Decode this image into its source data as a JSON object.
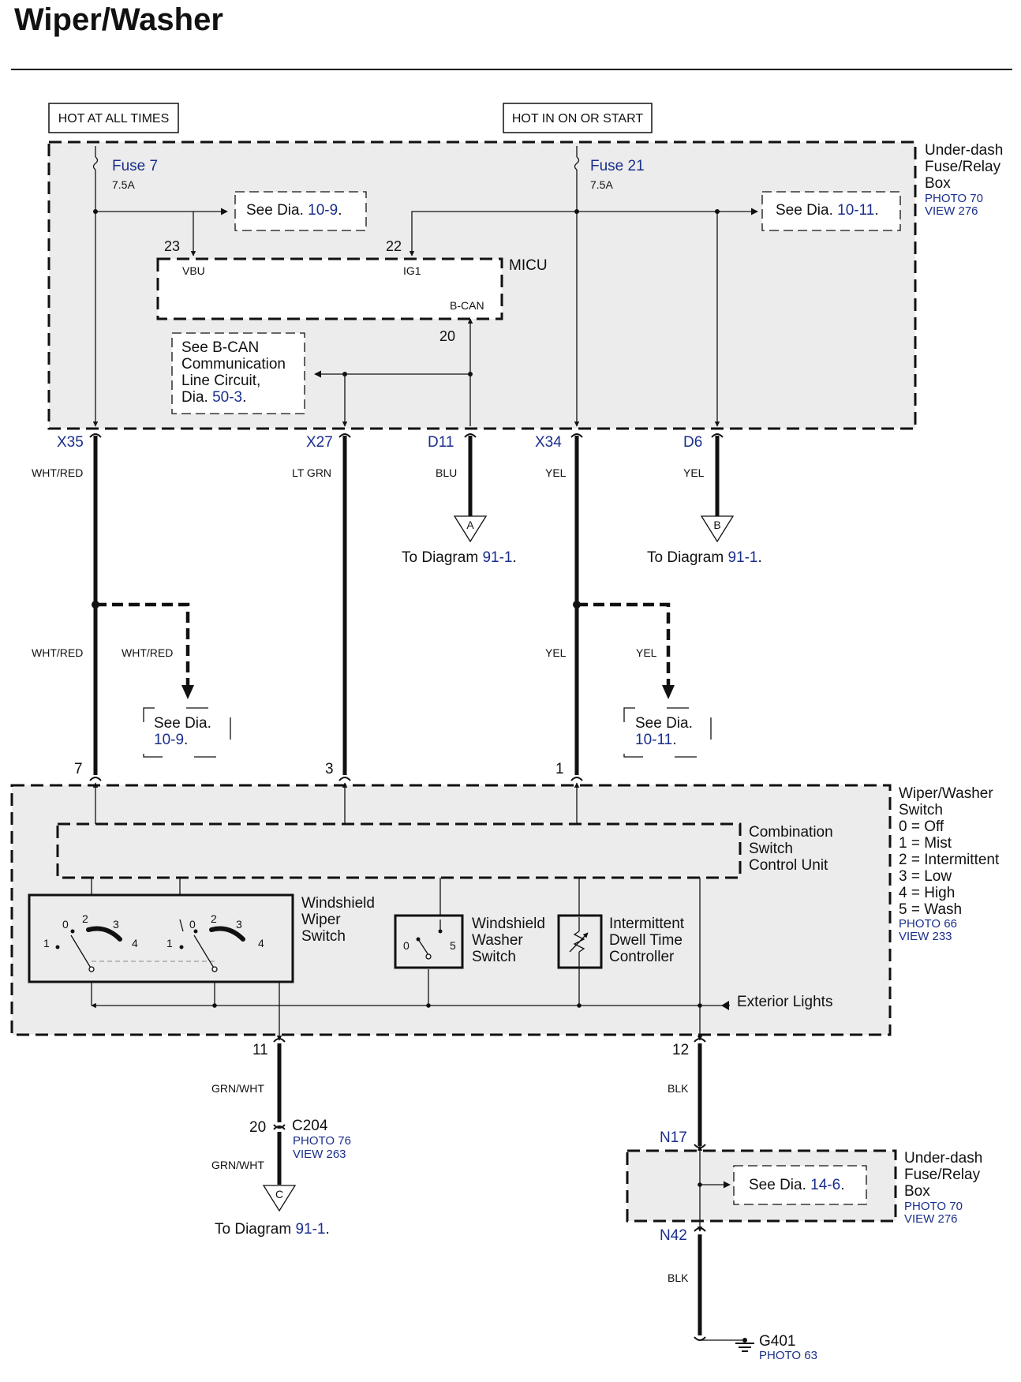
{
  "title": "Wiper/Washer",
  "power_labels": {
    "hot_at_all_times": "HOT AT ALL TIMES",
    "hot_in_on_or_start": "HOT IN ON OR START"
  },
  "fuse_box_top": {
    "name_lines": [
      "Under-dash",
      "Fuse/Relay",
      "Box"
    ],
    "photo": "PHOTO 70",
    "view": "VIEW 276"
  },
  "fuses": [
    {
      "name": "Fuse 7",
      "rating": "7.5A"
    },
    {
      "name": "Fuse 21",
      "rating": "7.5A"
    }
  ],
  "see_dia_top_left": {
    "prefix": "See Dia.",
    "ref": "10-9",
    "suffix": "."
  },
  "see_dia_top_right": {
    "prefix": "See Dia.",
    "ref": "10-11",
    "suffix": "."
  },
  "micu": {
    "name": "MICU",
    "pin_vbu": "VBU",
    "pin_ig1": "IG1",
    "pin_bcan": "B-CAN",
    "num_vbu": "23",
    "num_ig1": "22",
    "num_bcan": "20"
  },
  "bcan_note": {
    "lines": [
      "See B-CAN",
      "Communication",
      "Line Circuit,"
    ],
    "prefix": "Dia.",
    "ref": "50-3",
    "suffix": "."
  },
  "connectors_top": [
    "X35",
    "X27",
    "D11",
    "X34",
    "D6"
  ],
  "wire_colors": {
    "x35": "WHT/RED",
    "x27": "LT GRN",
    "d11": "BLU",
    "x34": "YEL",
    "d6": "YEL",
    "x35_lower": "WHT/RED",
    "x35_branch": "WHT/RED",
    "x34_lower": "YEL",
    "x34_branch": "YEL",
    "pin11": "GRN/WHT",
    "c204_lower": "GRN/WHT",
    "pin12": "BLK",
    "n42": "BLK"
  },
  "to_diagrams": [
    {
      "letter": "A",
      "prefix": "To Diagram",
      "ref": "91-1",
      "suffix": "."
    },
    {
      "letter": "B",
      "prefix": "To Diagram",
      "ref": "91-1",
      "suffix": "."
    },
    {
      "letter": "C",
      "prefix": "To Diagram",
      "ref": "91-1",
      "suffix": "."
    }
  ],
  "see_dia_mid_left": {
    "prefix": "See Dia.",
    "ref": "10-9",
    "suffix": "."
  },
  "see_dia_mid_right": {
    "prefix": "See Dia.",
    "ref": "10-11",
    "suffix": "."
  },
  "switch_pins": {
    "p7": "7",
    "p3": "3",
    "p1": "1",
    "p11": "11",
    "p12": "12"
  },
  "wiper_switch": {
    "name_lines": [
      "Wiper/Washer",
      "Switch"
    ],
    "positions": [
      "0 = Off",
      "1 = Mist",
      "2 = Intermittent",
      "3 = Low",
      "4 = High",
      "5 = Wash"
    ],
    "photo": "PHOTO 66",
    "view": "VIEW 233"
  },
  "combination_unit": [
    "Combination",
    "Switch",
    "Control Unit"
  ],
  "windshield_wiper_switch": [
    "Windshield",
    "Wiper",
    "Switch"
  ],
  "windshield_washer_switch": [
    "Windshield",
    "Washer",
    "Switch"
  ],
  "intermittent_controller": [
    "Intermittent",
    "Dwell Time",
    "Controller"
  ],
  "exterior_lights": "Exterior Lights",
  "contact_numbers": [
    "0",
    "1",
    "2",
    "3",
    "4",
    "0",
    "1",
    "2",
    "3",
    "4",
    "0",
    "5"
  ],
  "c204": {
    "pin": "20",
    "name": "C204",
    "photo": "PHOTO 76",
    "view": "VIEW 263"
  },
  "fuse_box_bottom": {
    "name_lines": [
      "Under-dash",
      "Fuse/Relay",
      "Box"
    ],
    "photo": "PHOTO 70",
    "view": "VIEW 276",
    "conn_in": "N17",
    "conn_out": "N42",
    "see_dia": {
      "prefix": "See Dia.",
      "ref": "14-6",
      "suffix": "."
    }
  },
  "ground": {
    "name": "G401",
    "photo": "PHOTO 63"
  }
}
